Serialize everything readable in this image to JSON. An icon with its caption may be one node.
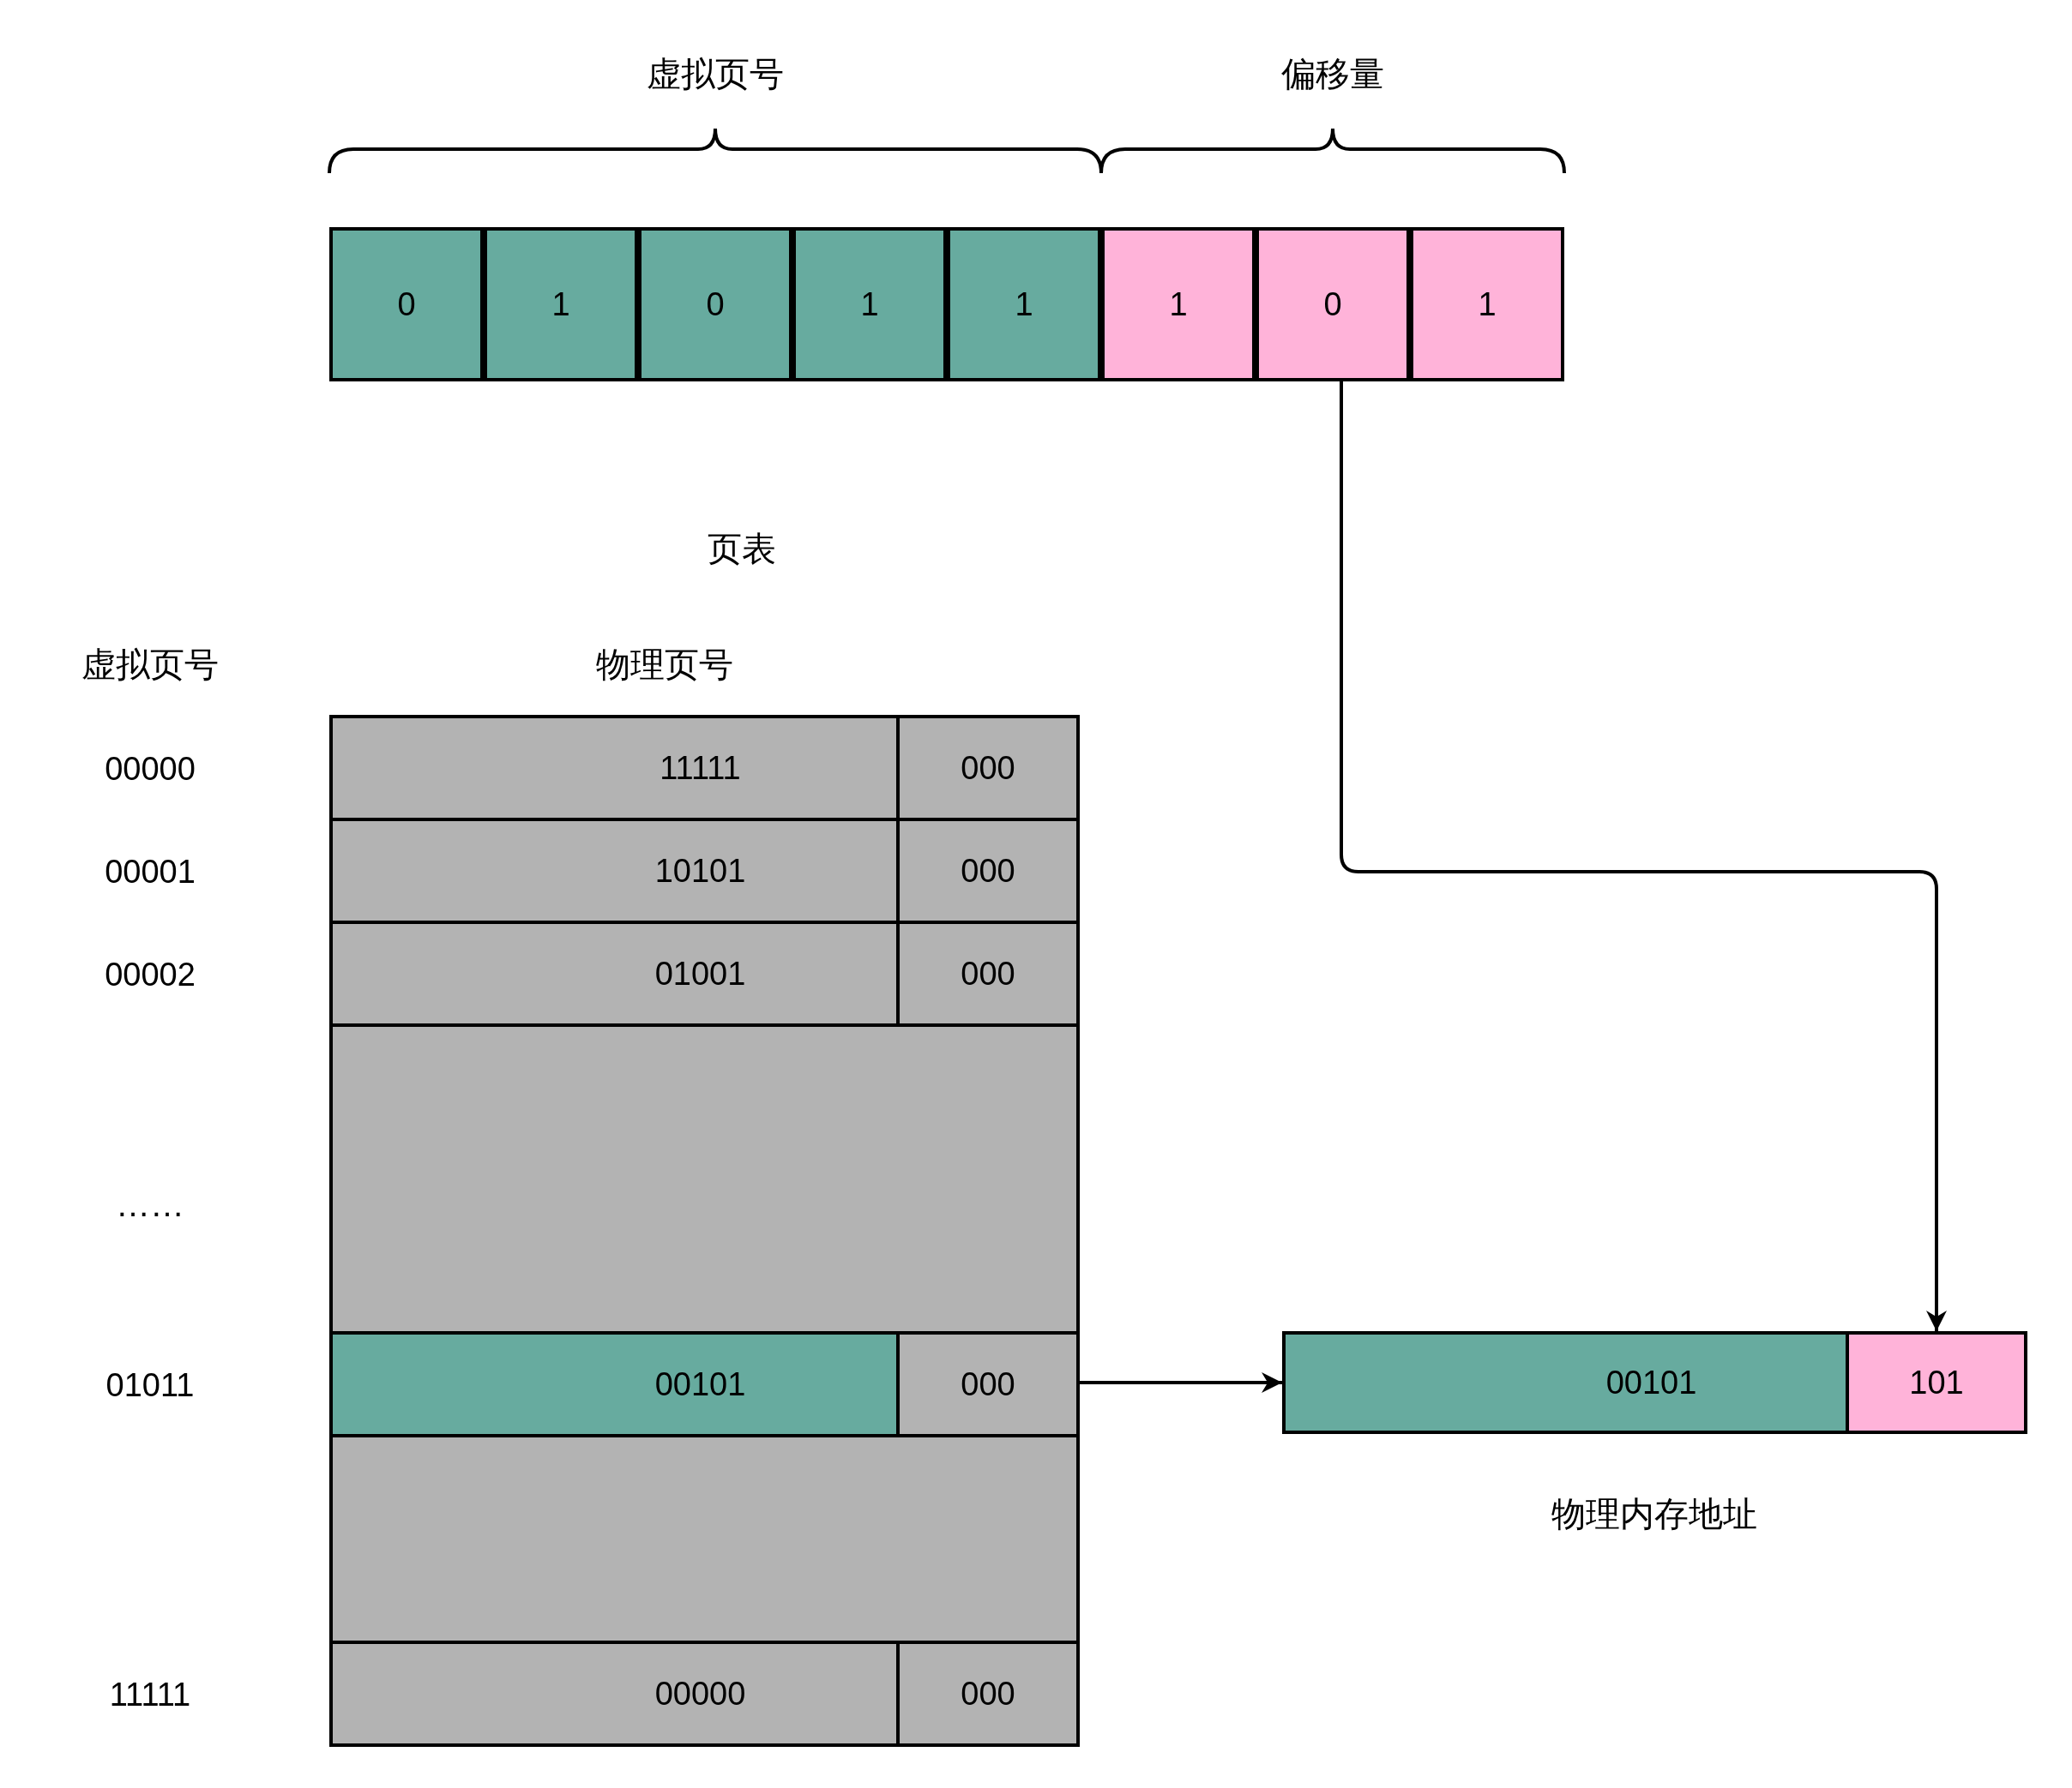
{
  "diagram": {
    "nodes": [
      {
        "text": [
          "0"
        ]
      },
      {
        "text": [
          "1"
        ]
      },
      {
        "text": [
          "0"
        ]
      },
      {
        "text": [
          "1"
        ]
      },
      {
        "text": [
          "1"
        ]
      },
      {
        "text": [
          "1"
        ]
      },
      {
        "text": [
          "0"
        ]
      },
      {
        "text": [
          "1"
        ]
      },
      {
        "text": [],
        "shape": "box"
      },
      {
        "text": [
          "11111"
        ],
        "in": 8
      },
      {
        "text": [
          "000"
        ],
        "in": 8
      },
      {
        "text": [
          "10101"
        ],
        "in": 8
      },
      {
        "text": [
          "000"
        ],
        "in": 8
      },
      {
        "text": [
          "01001"
        ],
        "in": 8
      },
      {
        "text": [
          "000"
        ],
        "in": 8
      },
      {
        "text": [],
        "shape": "box",
        "in": 8
      },
      {
        "text": [
          "00101"
        ],
        "in": 8
      },
      {
        "text": [
          "000"
        ],
        "in": 8
      },
      {
        "text": [],
        "shape": "box",
        "in": 8
      },
      {
        "text": [
          "00000"
        ],
        "in": 8
      },
      {
        "text": [
          "000"
        ],
        "in": 8
      },
      {
        "text": [
          "00101"
        ]
      },
      {
        "text": [
          "101"
        ]
      }
    ],
    "edges": [
      {
        "from": 6,
        "to": 22,
        "arrow": "to"
      },
      {
        "from": 17,
        "to": 21,
        "arrow": "to"
      }
    ],
    "labels": [
      "虚拟页号",
      "偏移量",
      "页表",
      "虚拟页号",
      "物理页号",
      "00000",
      "00001",
      "00002",
      "……",
      "01011",
      "11111",
      "物理内存地址"
    ]
  }
}
